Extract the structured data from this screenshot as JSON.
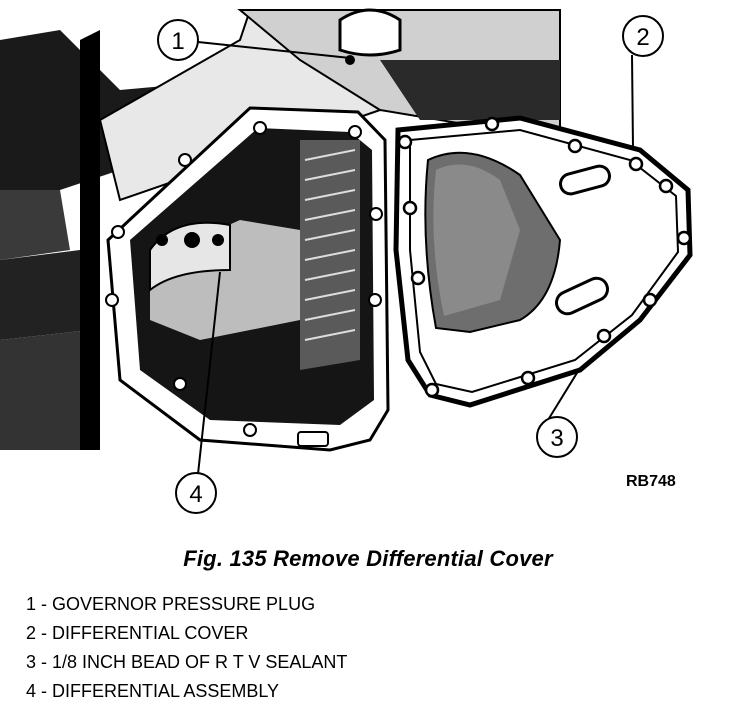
{
  "figure": {
    "callouts": [
      {
        "number": "1"
      },
      {
        "number": "2"
      },
      {
        "number": "3"
      },
      {
        "number": "4"
      }
    ],
    "reference_code": "RB748"
  },
  "caption": "Fig. 135 Remove Differential Cover",
  "legend": [
    {
      "text": "1 - GOVERNOR PRESSURE PLUG"
    },
    {
      "text": "2 - DIFFERENTIAL COVER"
    },
    {
      "text": "3 - 1/8 INCH BEAD OF R T V SEALANT"
    },
    {
      "text": "4 - DIFFERENTIAL ASSEMBLY"
    }
  ]
}
